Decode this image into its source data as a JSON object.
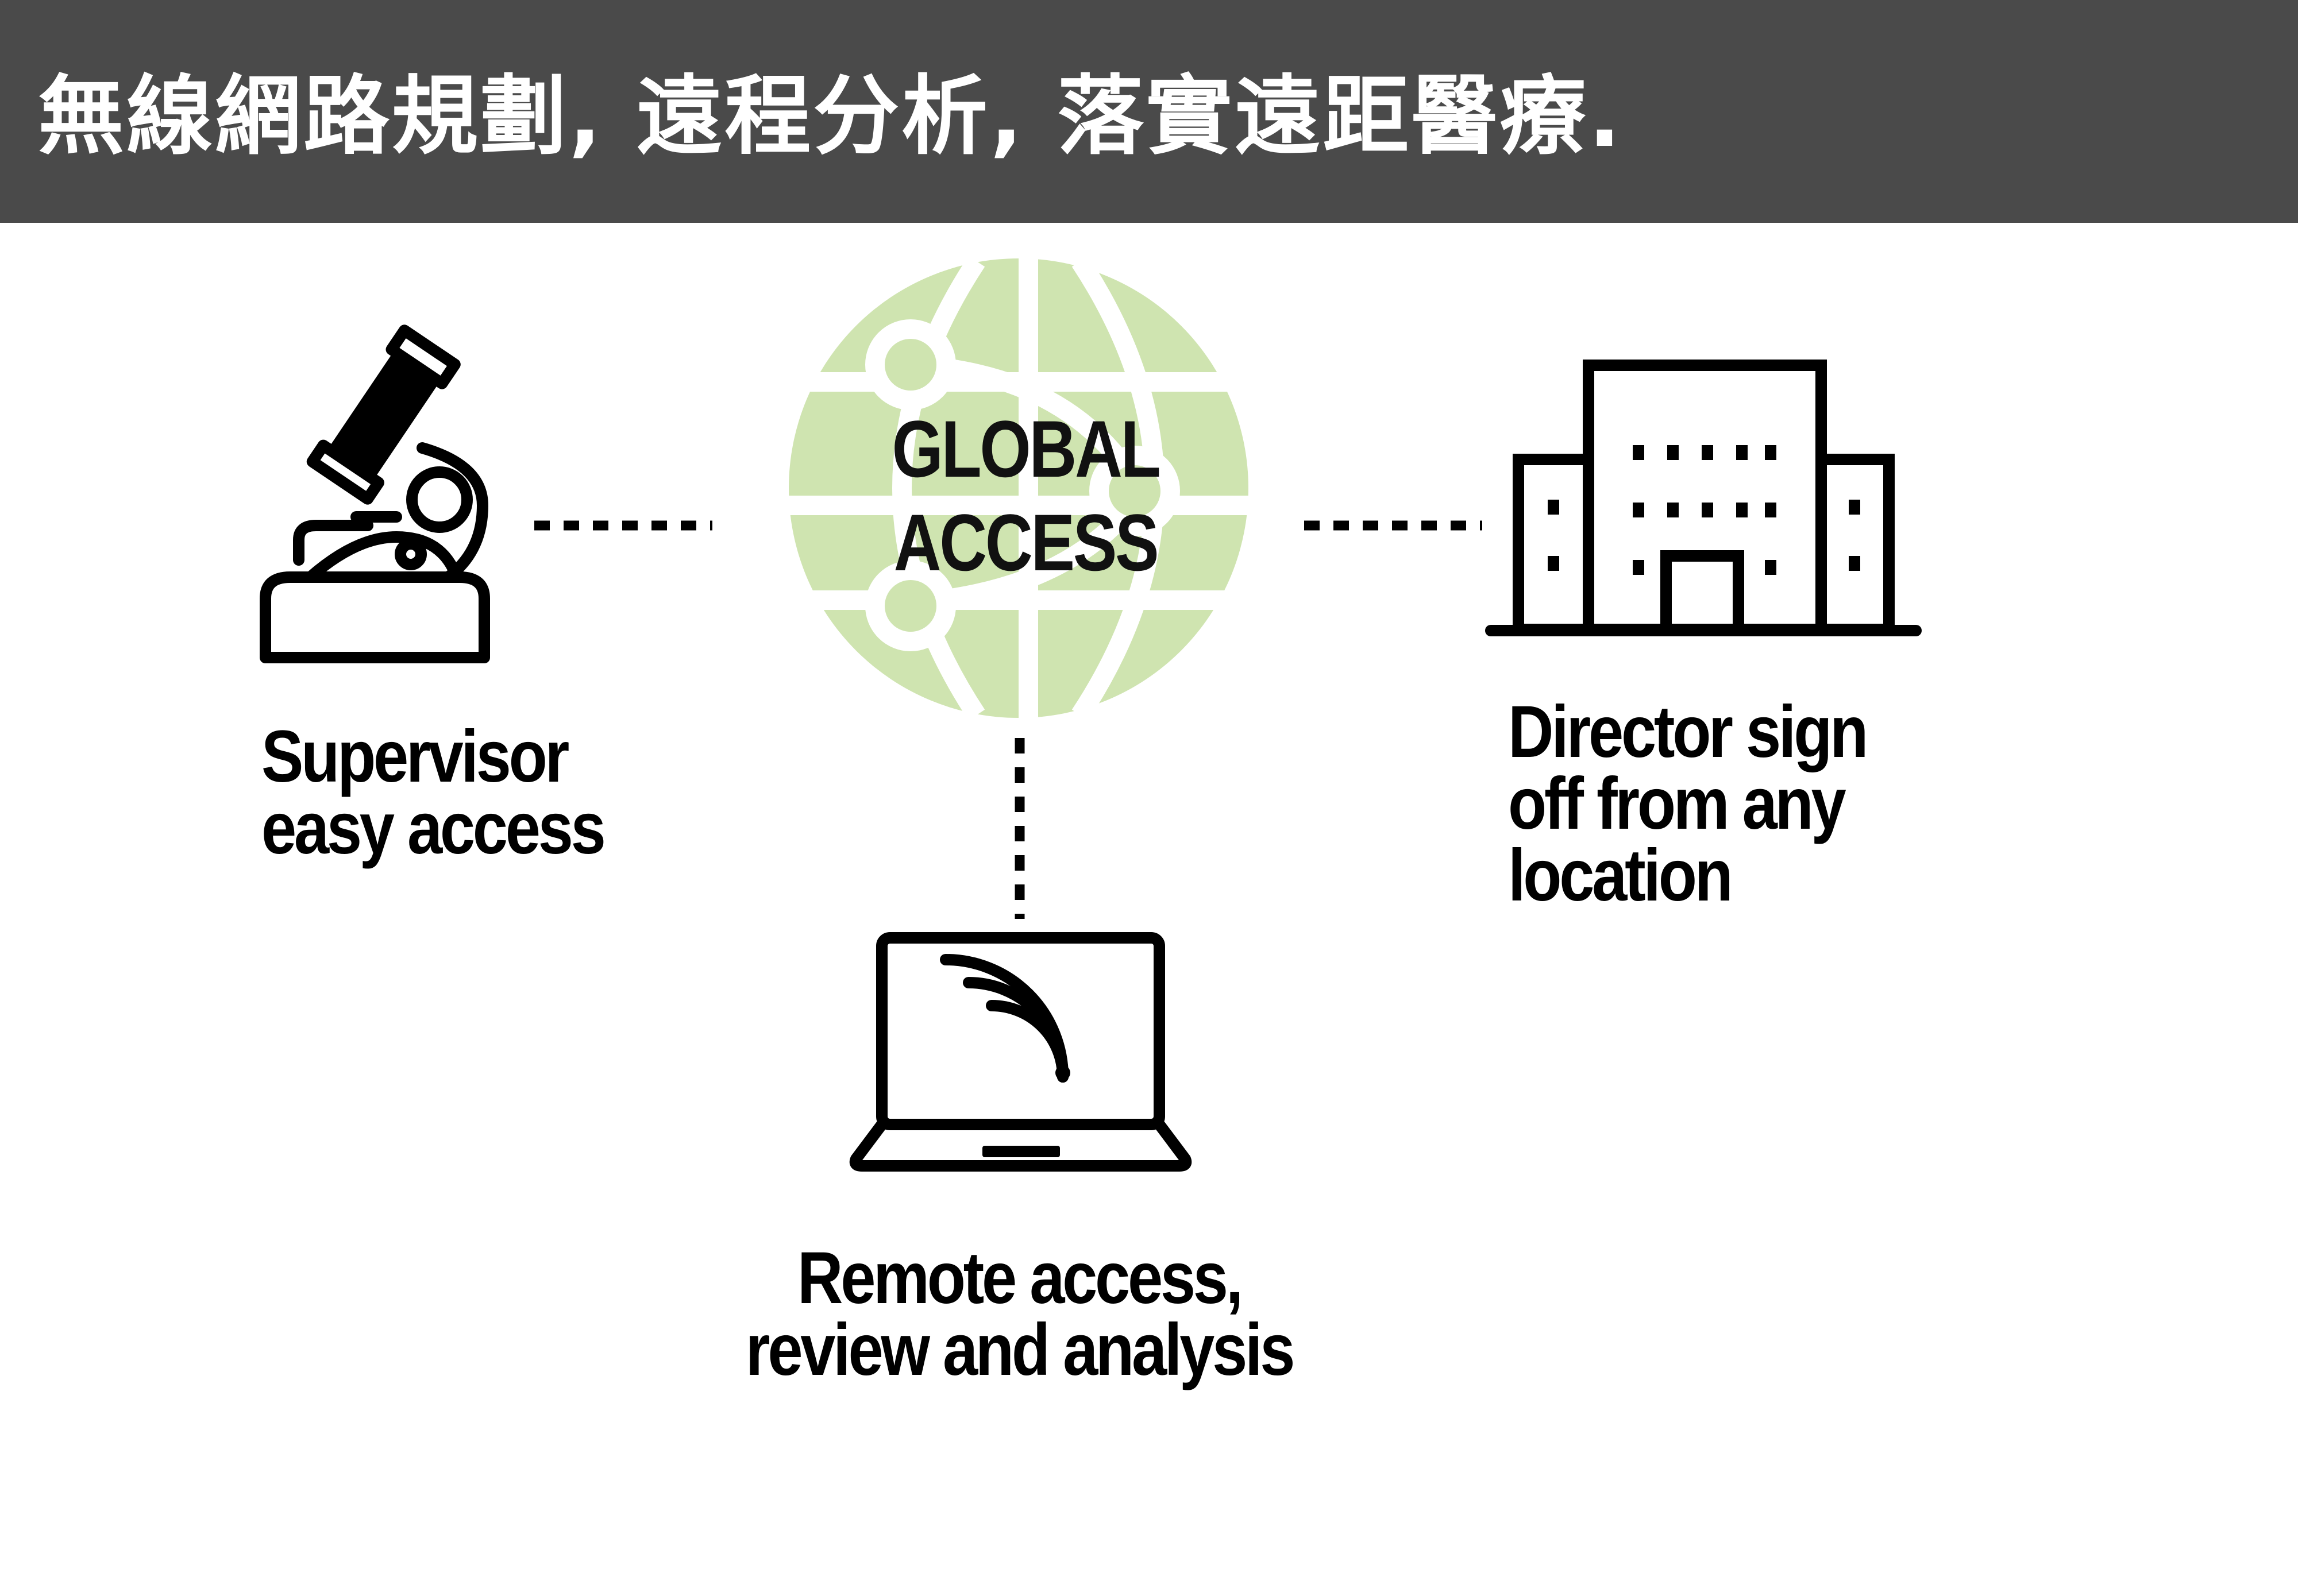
{
  "header": {
    "title": "無線網路規劃, 遠程分析, 落實遠距醫療."
  },
  "globe": {
    "label_line1": "GLOBAL",
    "label_line2": "ACCESS",
    "color": "#cfe4b0"
  },
  "nodes": {
    "supervisor": {
      "icon": "microscope-icon",
      "line1": "Supervisor",
      "line2": "easy access"
    },
    "director": {
      "icon": "building-icon",
      "line1": "Director sign",
      "line2": "off from any",
      "line3": "location"
    },
    "remote": {
      "icon": "laptop-wifi-icon",
      "line1": "Remote access,",
      "line2": "review and analysis"
    }
  },
  "colors": {
    "header_bg": "#4a4a4a",
    "header_text": "#ffffff",
    "ink": "#000000"
  }
}
